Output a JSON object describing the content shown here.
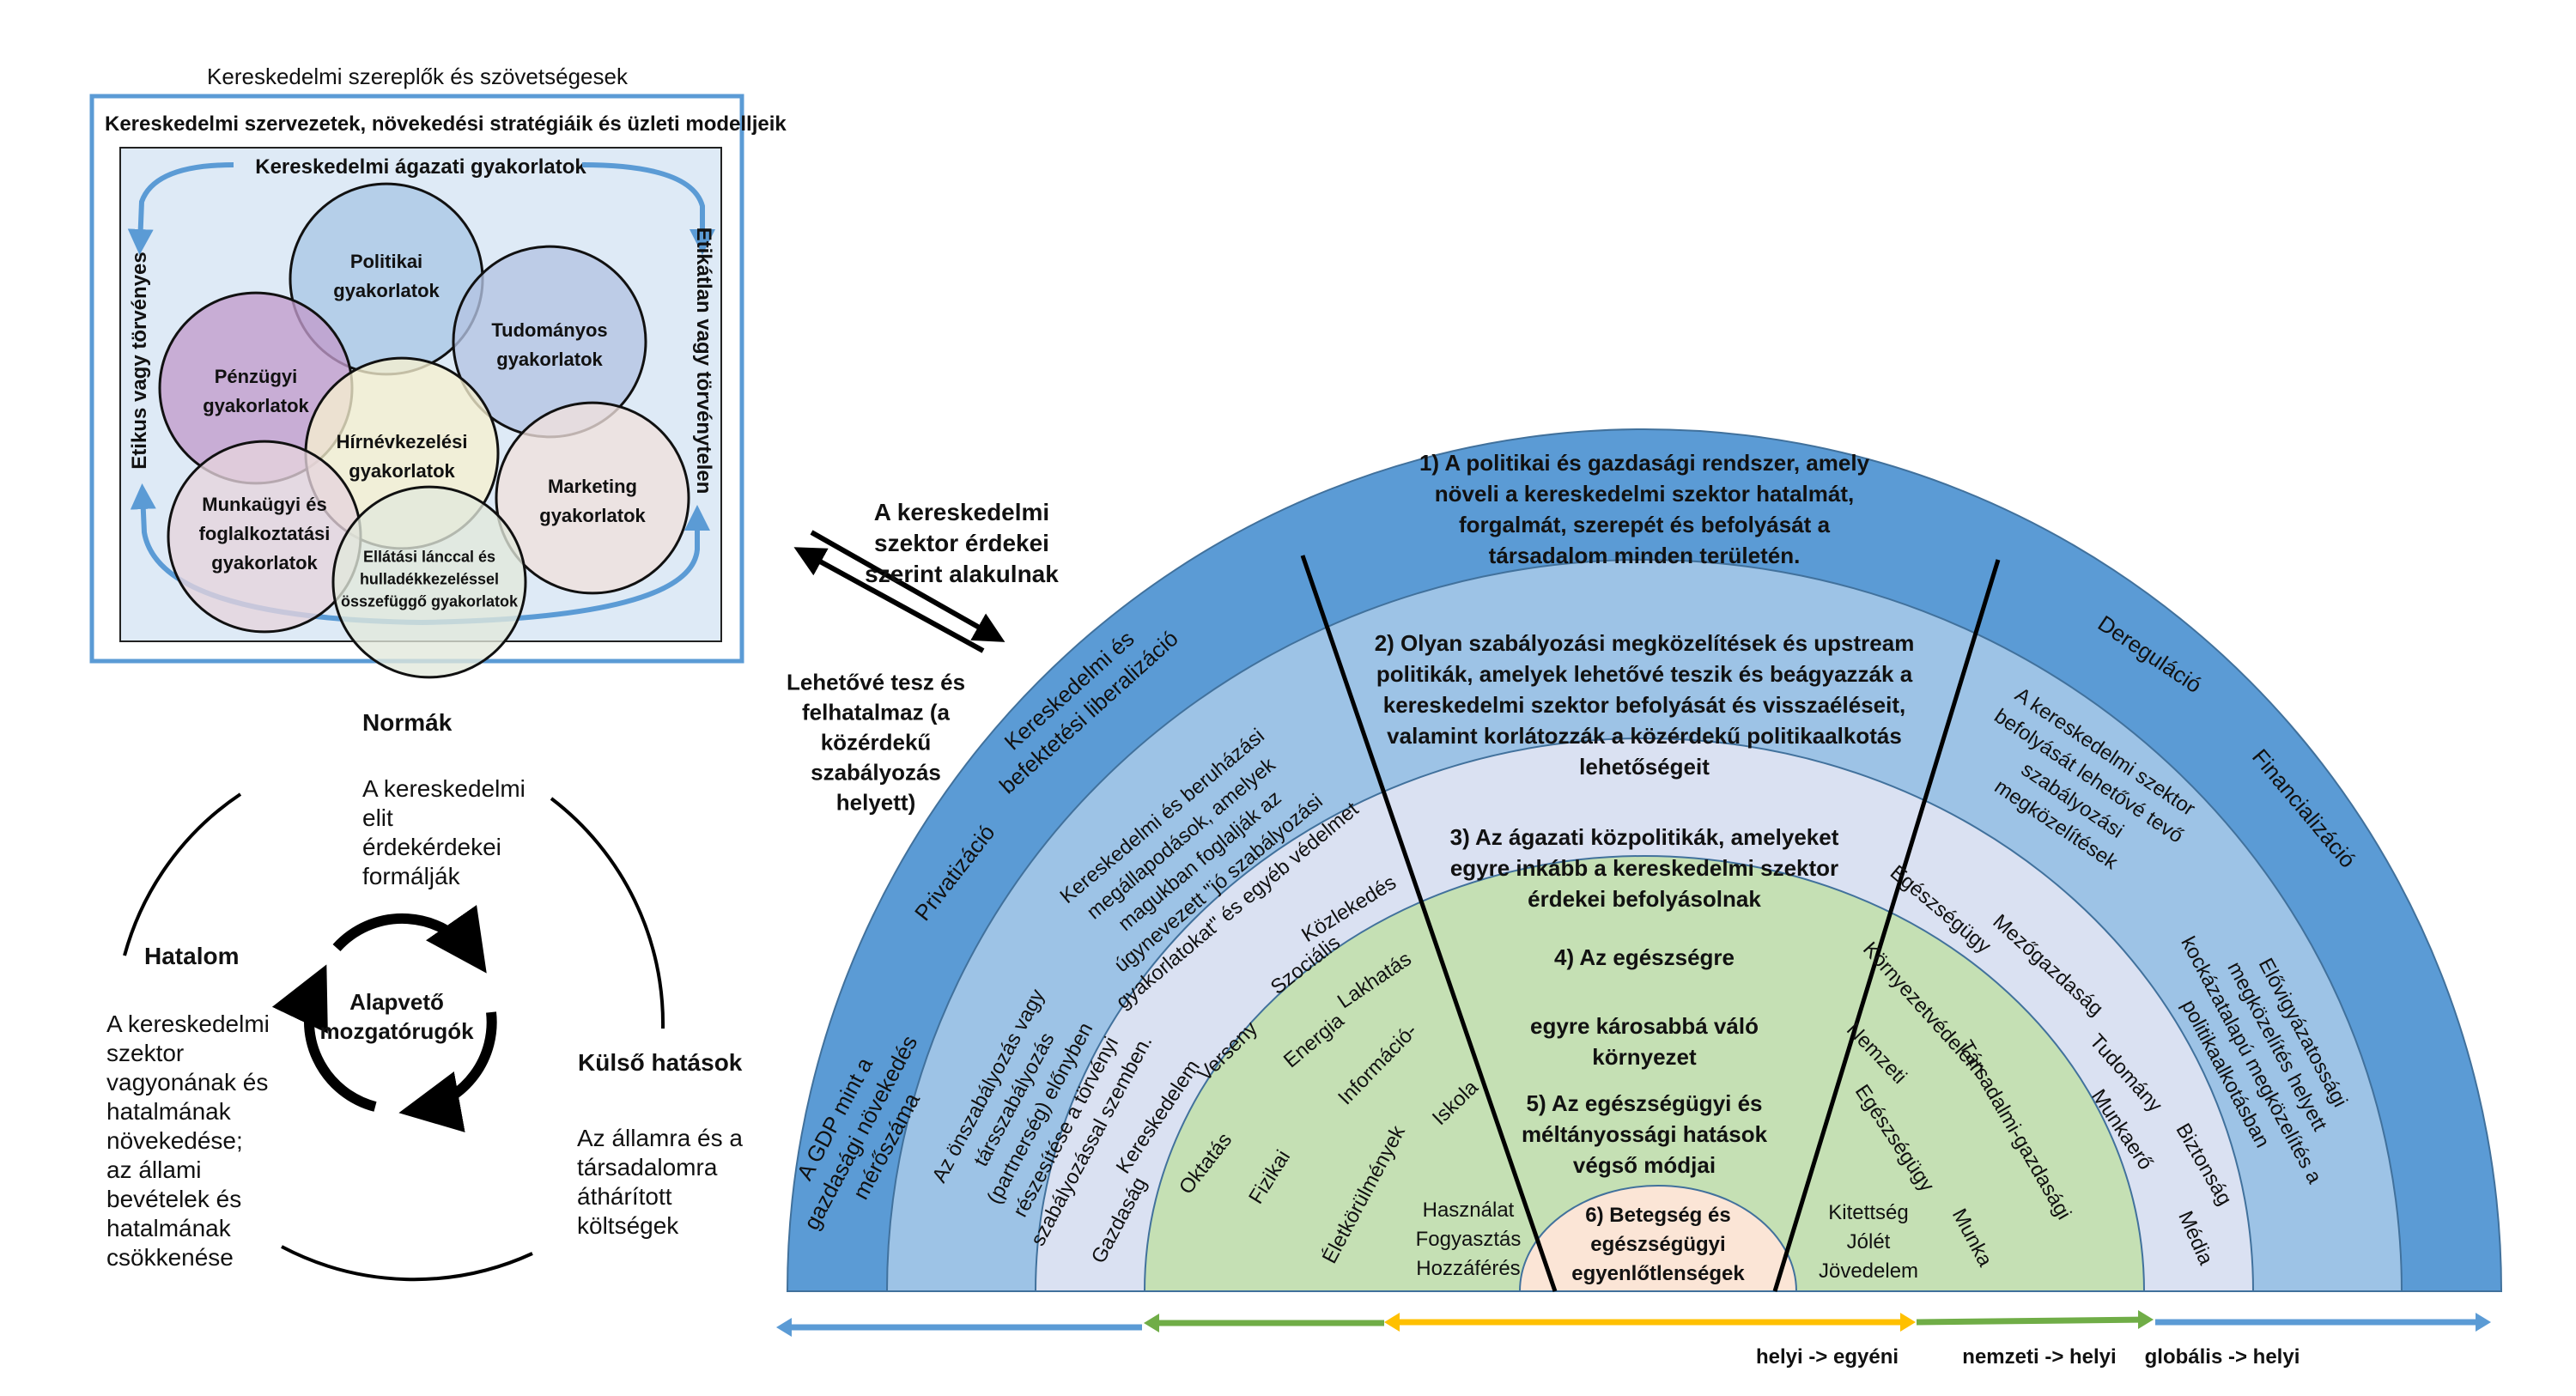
{
  "top_left": {
    "outer_title": "Kereskedelmi szereplők és szövetségesek",
    "box_title": "Kereskedelmi szervezetek, növekedési stratégiáik és üzleti modelljeik",
    "inner_title": "Kereskedelmi ágazati gyakorlatok",
    "left_label": "Etikus vagy törvényes",
    "right_label": "Etikátlan vagy törvénytelen",
    "circles": [
      {
        "lines": [
          "Politikai",
          "gyakorlatok"
        ],
        "color": "#a9c6e6"
      },
      {
        "lines": [
          "Tudományos",
          "gyakorlatok"
        ],
        "color": "#b4c3e3"
      },
      {
        "lines": [
          "Pénzügyi",
          "gyakorlatok"
        ],
        "color": "#c29bcc"
      },
      {
        "lines": [
          "Hírnévkezelési",
          "gyakorlatok"
        ],
        "color": "#f6efd0"
      },
      {
        "lines": [
          "Marketing",
          "gyakorlatok"
        ],
        "color": "#efe0dc"
      },
      {
        "lines": [
          "Munkaügyi és",
          "foglalkoztatási",
          "gyakorlatok"
        ],
        "color": "#e6d3dc"
      },
      {
        "lines": [
          "Ellátási lánccal és",
          "hulladékkezeléssel",
          "összefüggő gyakorlatok"
        ],
        "color": "#e1e8db"
      }
    ]
  },
  "arrows_between": {
    "upper_label": [
      "A kereskedelmi",
      "szektor érdekei",
      "szerint alakulnak"
    ],
    "lower_label": [
      "Lehetővé tesz és",
      "felhatalmaz (a",
      "közérdekű",
      "szabályozás",
      "helyett)"
    ]
  },
  "cycle": {
    "center": [
      "Alapvető",
      "mozgatórugók"
    ],
    "norms_title": "Normák",
    "norms_text": [
      "A kereskedelmi",
      "elit",
      "érdekérdekei",
      "formálják"
    ],
    "power_title": "Hatalom",
    "power_text": [
      "A kereskedelmi",
      "szektor",
      "vagyonának és",
      "hatalmának",
      "növekedése;",
      "az állami",
      "bevételek és",
      "hatalmának",
      "csökkenése"
    ],
    "external_title": "Külső hatások",
    "external_text": [
      "Az államra és a",
      "társadalomra",
      "áthárított",
      "költségek"
    ]
  },
  "rainbow": {
    "colors": {
      "ring1": "#5b9bd5",
      "ring2": "#9dc3e6",
      "ring3": "#dae1f2",
      "ring4": "#c5e0b4",
      "ring6": "#fbe5d6",
      "edge": "#41719c"
    },
    "level1": [
      "1) A politikai és gazdasági rendszer, amely",
      "növeli a kereskedelmi szektor hatalmát,",
      "forgalmát, szerepét és befolyását a",
      "társadalom minden területén."
    ],
    "level2": [
      "2) Olyan szabályozási megközelítések és upstream",
      "politikák, amelyek lehetővé teszik és beágyazzák a",
      "kereskedelmi szektor befolyását és visszaéléseit,",
      "valamint korlátozzák a közérdekű politikaalkotás",
      "lehetőségeit"
    ],
    "level3": [
      "3) Az ágazati közpolitikák, amelyeket",
      "egyre inkább a kereskedelmi szektor",
      "érdekei befolyásolnak"
    ],
    "level4a": "4) Az egészségre",
    "level4b": [
      "egyre károsabbá váló",
      "környezet"
    ],
    "level5": [
      "5) Az egészségügyi és",
      "méltányossági hatások",
      "végső módjai"
    ],
    "level6": [
      "6) Betegség és",
      "egészségügyi",
      "egyenlőtlenségek"
    ],
    "ring1_left": {
      "gdp": [
        "A GDP mint a",
        "gazdasági növekedés",
        "mérőszáma"
      ],
      "privatization": "Privatizáció",
      "liberalization": [
        "Kereskedelmi és",
        "befektetési liberalizáció"
      ]
    },
    "ring1_right": {
      "deregulation": "Dereguláció",
      "financialization": "Financializáció"
    },
    "ring2_left": {
      "self_reg": [
        "Az önszabályozás vagy",
        "társszabályozás",
        "(partnerség) előnyben",
        "részesítése a törvényi",
        "szabályozással szemben."
      ],
      "trade": [
        "Kereskedelmi és beruházási",
        "megállapodások, amelyek",
        "magukban foglalják az",
        "úgynevezett \"jó szabályozási",
        "gyakorlatokat\" és egyéb védelmet"
      ]
    },
    "ring2_right": {
      "enable": [
        "A kereskedelmi szektor",
        "befolyását lehetővé tevő",
        "szabályozási",
        "megközelítések"
      ],
      "precaution": [
        "Elővigyázatossági",
        "megközelítés helyett",
        "kockázatalapú megközelítés a",
        "politikaalkotásban"
      ]
    },
    "ring3_left": [
      "Gazdaság",
      "Kereskedelem",
      "Oktatás",
      "Verseny",
      "Energia",
      "Szociális",
      "Lakhatás",
      "Közlekedés"
    ],
    "ring3_right": [
      "Egészségügy",
      "Környezetvédelem",
      "Mezőgazdaság",
      "Tudomány",
      "Munkaerő",
      "Biztonság",
      "Média"
    ],
    "ring4_left": [
      "Fizikai",
      "Életkörülmények",
      "Információ-",
      "Iskola"
    ],
    "ring4_left_stack": [
      "Használat",
      "Fogyasztás",
      "Hozzáférés"
    ],
    "ring4_right": [
      "Nemzeti",
      "Társadalmi-gazdasági",
      "Egészségügy",
      "Munka"
    ],
    "ring4_right_stack": [
      "Kitettség",
      "Jólét",
      "Jövedelem"
    ]
  },
  "scale_axis": {
    "labels": [
      "helyi -> egyéni",
      "nemzeti -> helyi",
      "globális -> helyi"
    ],
    "colors": {
      "blue": "#5b9bd5",
      "green": "#70ad47",
      "yellow": "#ffc000"
    }
  }
}
